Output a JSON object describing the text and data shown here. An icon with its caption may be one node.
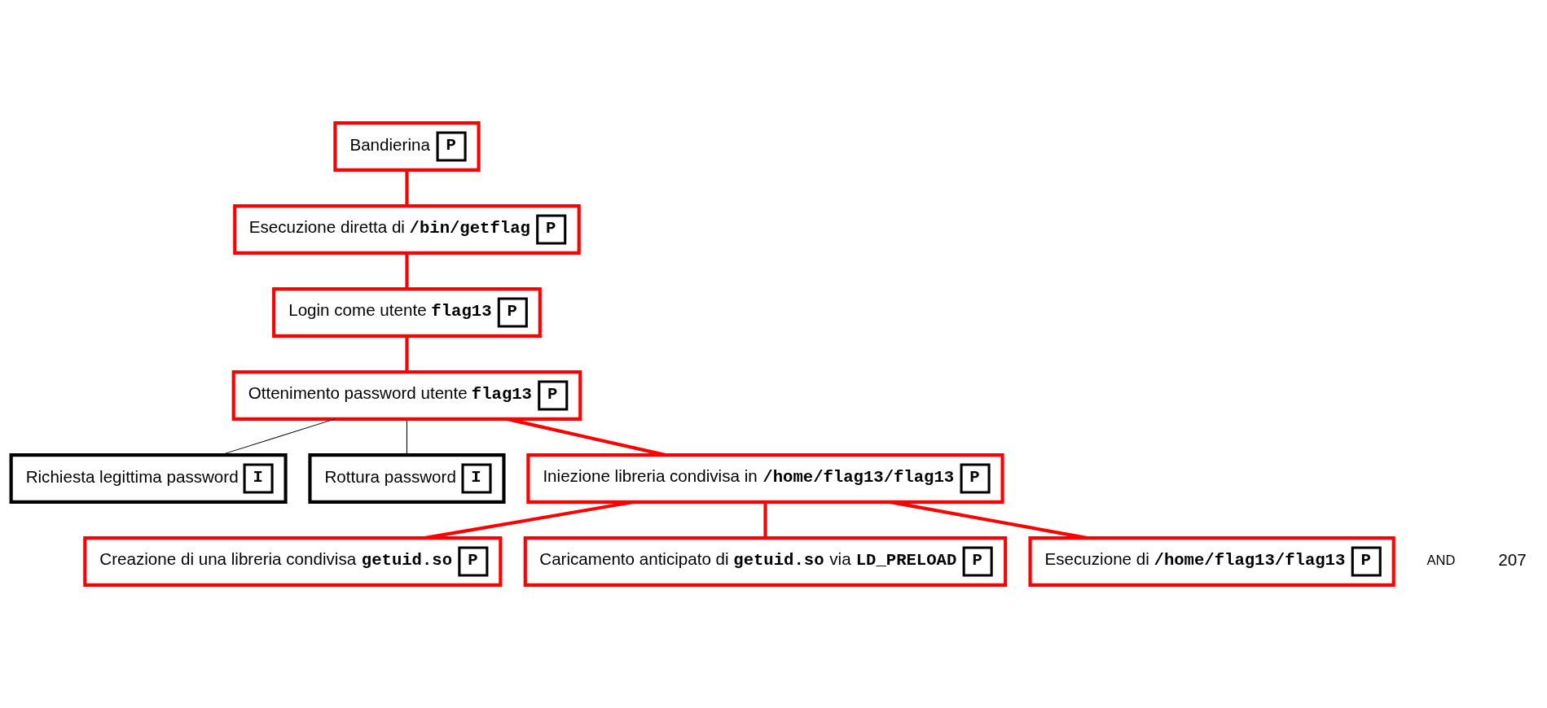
{
  "diagram": {
    "nodes": [
      {
        "text": [
          "Bandierina",
          "P"
        ]
      },
      {
        "text": [
          "Esecuzione diretta di **/bin/getflag**",
          "P"
        ]
      },
      {
        "text": [
          "Login come utente **flag13**",
          "P"
        ]
      },
      {
        "text": [
          "Ottenimento password utente **flag13**",
          "P"
        ]
      },
      {
        "text": [
          "Richiesta legittima password",
          "I"
        ]
      },
      {
        "text": [
          "Rottura password",
          "I"
        ]
      },
      {
        "text": [
          "Iniezione libreria condivisa in **/home/flag13/flag13**",
          "P"
        ]
      },
      {
        "text": [
          "Creazione di una libreria condivisa **getuid.so**",
          "P"
        ]
      },
      {
        "text": [
          "Caricamento anticipato di **getuid.so** via **LD_PRELOAD**",
          "P"
        ]
      },
      {
        "text": [
          "Esecuzione di **/home/flag13/flag13**",
          "P"
        ]
      }
    ],
    "edges": [
      {
        "from": 0,
        "to": 1,
        "arrow": "none"
      },
      {
        "from": 1,
        "to": 2,
        "arrow": "none"
      },
      {
        "from": 2,
        "to": 3,
        "arrow": "none"
      },
      {
        "from": 3,
        "to": 4,
        "arrow": "none",
        "color": "#000000"
      },
      {
        "from": 3,
        "to": 5,
        "arrow": "none",
        "color": "#000000"
      },
      {
        "from": 3,
        "to": 6,
        "arrow": "none"
      },
      {
        "from": 6,
        "to": 7,
        "arrow": "none"
      },
      {
        "from": 6,
        "to": 8,
        "arrow": "none"
      },
      {
        "from": 6,
        "to": 9,
        "arrow": "none"
      }
    ],
    "labels": [
      "AND",
      "207"
    ]
  }
}
